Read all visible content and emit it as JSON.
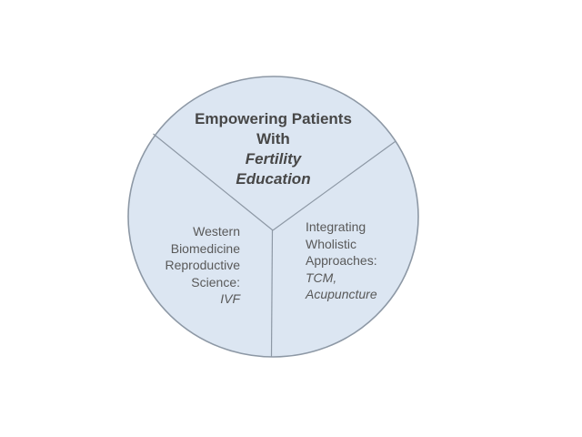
{
  "page": {
    "background_color": "#ffffff"
  },
  "diagram": {
    "type": "circle-3-segments",
    "circle_fill": "#dce6f2",
    "stroke_color": "#8d98a5",
    "title_color": "#474747",
    "body_color": "#595959",
    "segments": {
      "top": {
        "lines": [
          "Empowering Patients",
          "With",
          "Fertility",
          "Education"
        ]
      },
      "left": {
        "lines": [
          "Western",
          "Biomedicine",
          "Reproductive",
          "Science:",
          "IVF"
        ]
      },
      "right": {
        "lines": [
          "Integrating",
          "Wholistic",
          "Approaches:",
          "TCM,",
          "Acupuncture"
        ]
      }
    }
  }
}
